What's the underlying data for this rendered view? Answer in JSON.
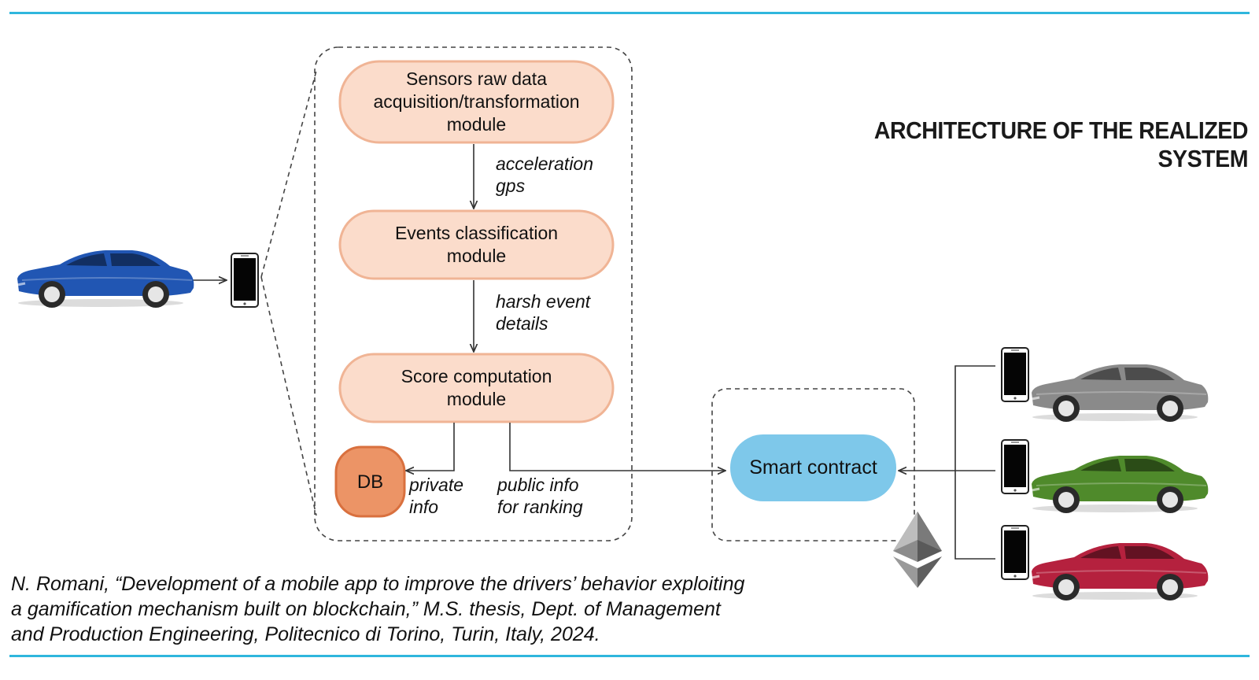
{
  "title": "ARCHITECTURE OF THE REALIZED SYSTEM",
  "modules": {
    "sensors": "Sensors raw data\nacquisition/transformation\nmodule",
    "events": "Events classification\nmodule",
    "score": "Score computation\nmodule",
    "db": "DB",
    "smart_contract": "Smart contract"
  },
  "edge_labels": {
    "sensors_to_events": "acceleration\ngps",
    "events_to_score": "harsh event\ndetails",
    "score_to_db": "private\ninfo",
    "score_to_contract": "public info\nfor ranking"
  },
  "citation": {
    "line1": "N. Romani, “Development of a mobile app to improve the drivers’ behavior exploiting",
    "line2": "a gamification mechanism built on blockchain,” M.S. thesis, Dept. of Management",
    "line3": "and Production Engineering, Politecnico di Torino, Turin, Italy, 2024."
  },
  "colors": {
    "rule": "#2fb6dd",
    "module_fill": "#fbdccb",
    "module_stroke": "#f0b495",
    "db_fill": "#ec9466",
    "db_stroke": "#d9703e",
    "contract_fill": "#7ec8ea",
    "car_main": "#2156b3",
    "car_gray": "#8a8a8a",
    "car_green": "#4f8a2b",
    "car_red": "#b5213e"
  },
  "icons": [
    "car-icon",
    "smartphone-icon",
    "ethereum-icon"
  ]
}
